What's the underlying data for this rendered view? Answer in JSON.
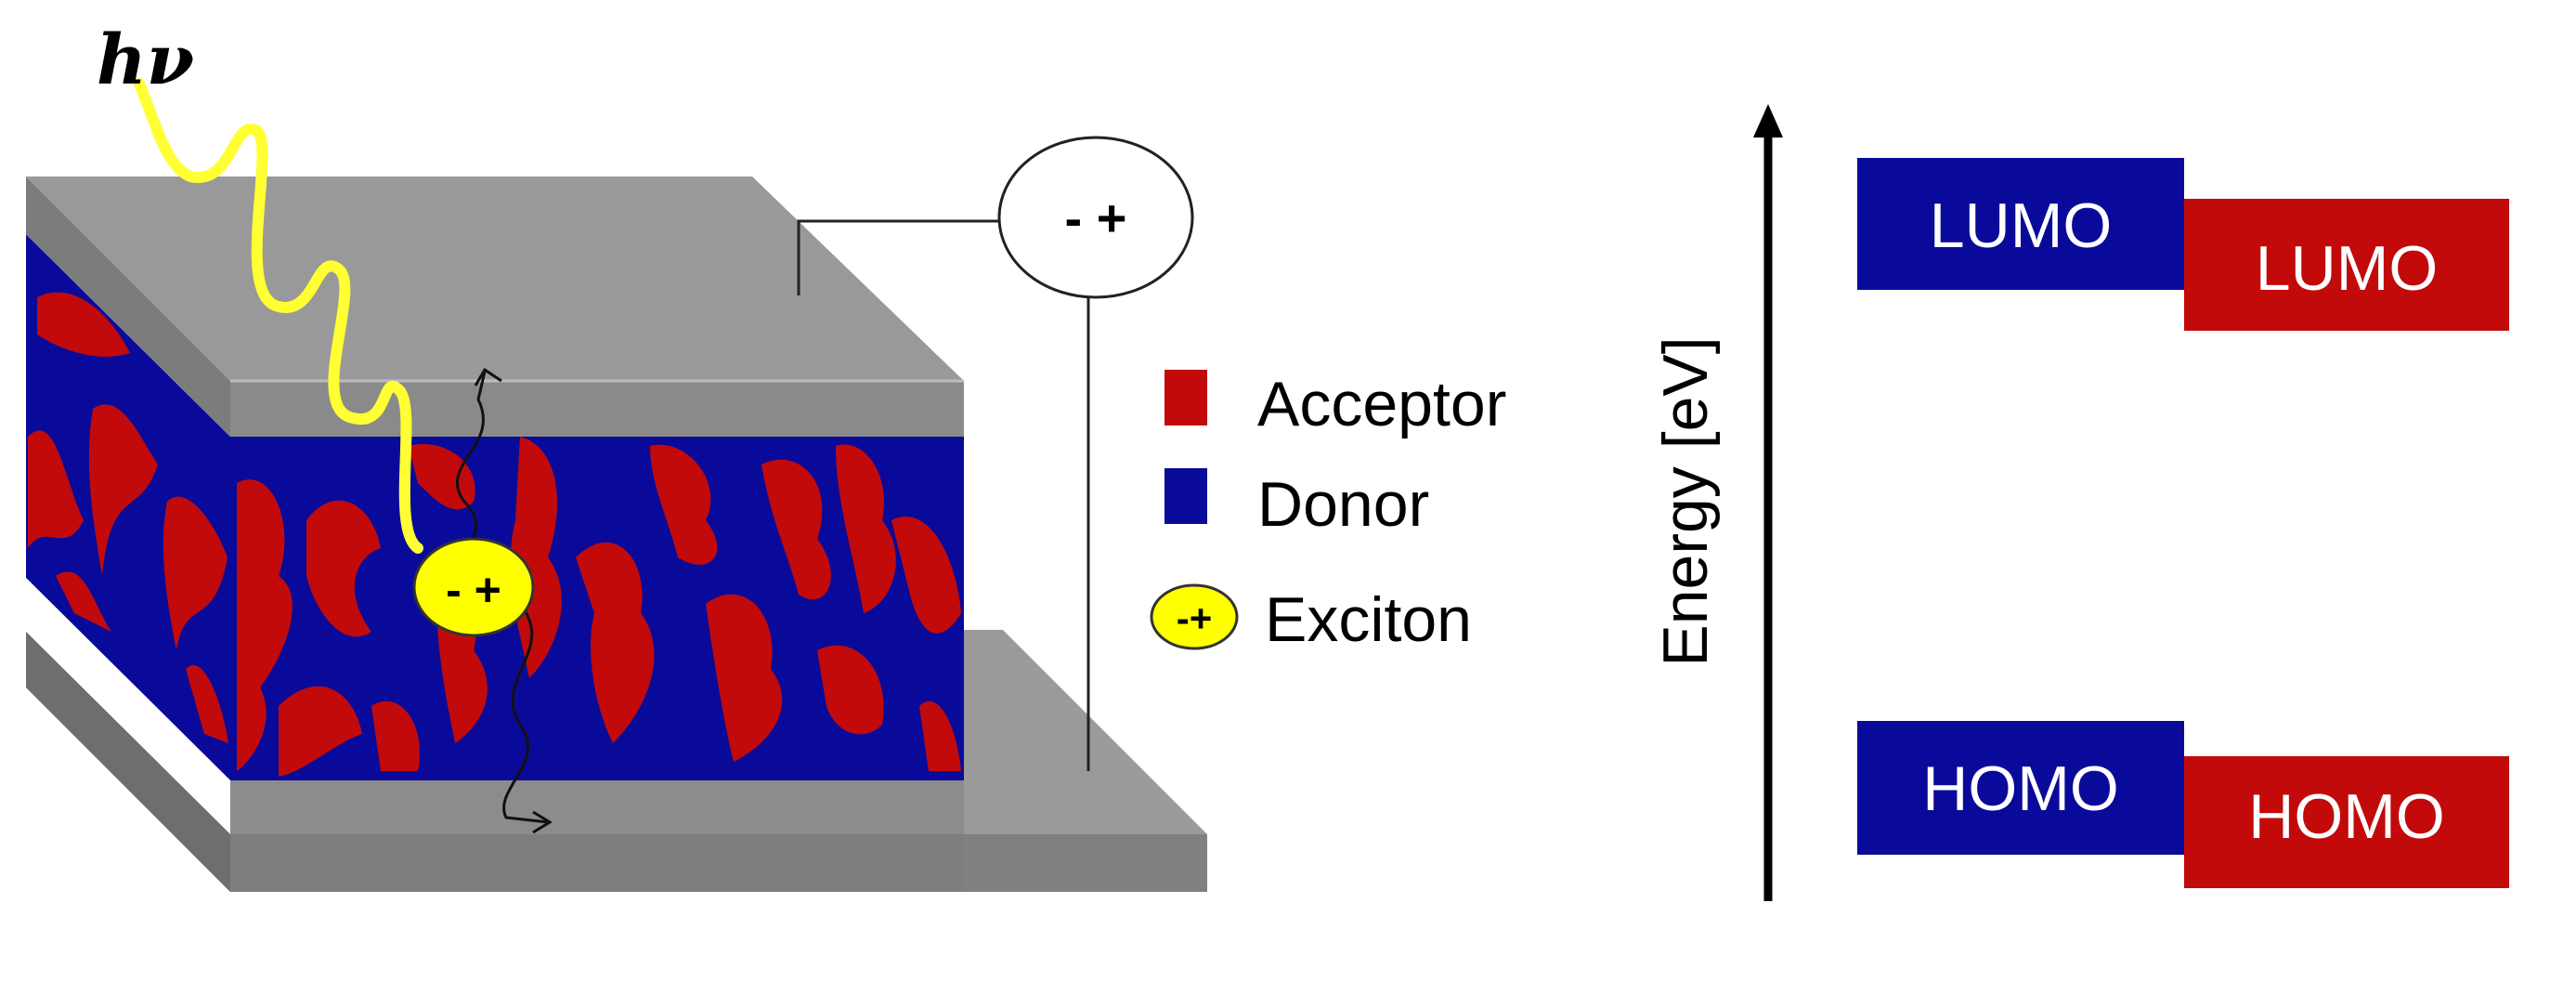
{
  "photon": {
    "label": "hν"
  },
  "meter": {
    "label": "- +"
  },
  "exciton_marker": {
    "label": "- +"
  },
  "legend": {
    "items": [
      {
        "key": "acceptor",
        "swatch": "acceptor",
        "label": "Acceptor"
      },
      {
        "key": "donor",
        "swatch": "donor",
        "label": "Donor"
      },
      {
        "key": "exciton",
        "swatch": "exciton",
        "symbol": "-+",
        "label": "Exciton"
      }
    ]
  },
  "energy_diagram": {
    "axis_label": "Energy [eV]",
    "levels": {
      "donor_lumo": "LUMO",
      "acceptor_lumo": "LUMO",
      "donor_homo": "HOMO",
      "acceptor_homo": "HOMO"
    }
  },
  "colors": {
    "donor": "#0a0a9a",
    "acceptor": "#c20a0a",
    "exciton": "#ffff00",
    "electrode_top": "#999999",
    "electrode_side": "#7c7c7c",
    "photon_wave": "#ffff33"
  }
}
